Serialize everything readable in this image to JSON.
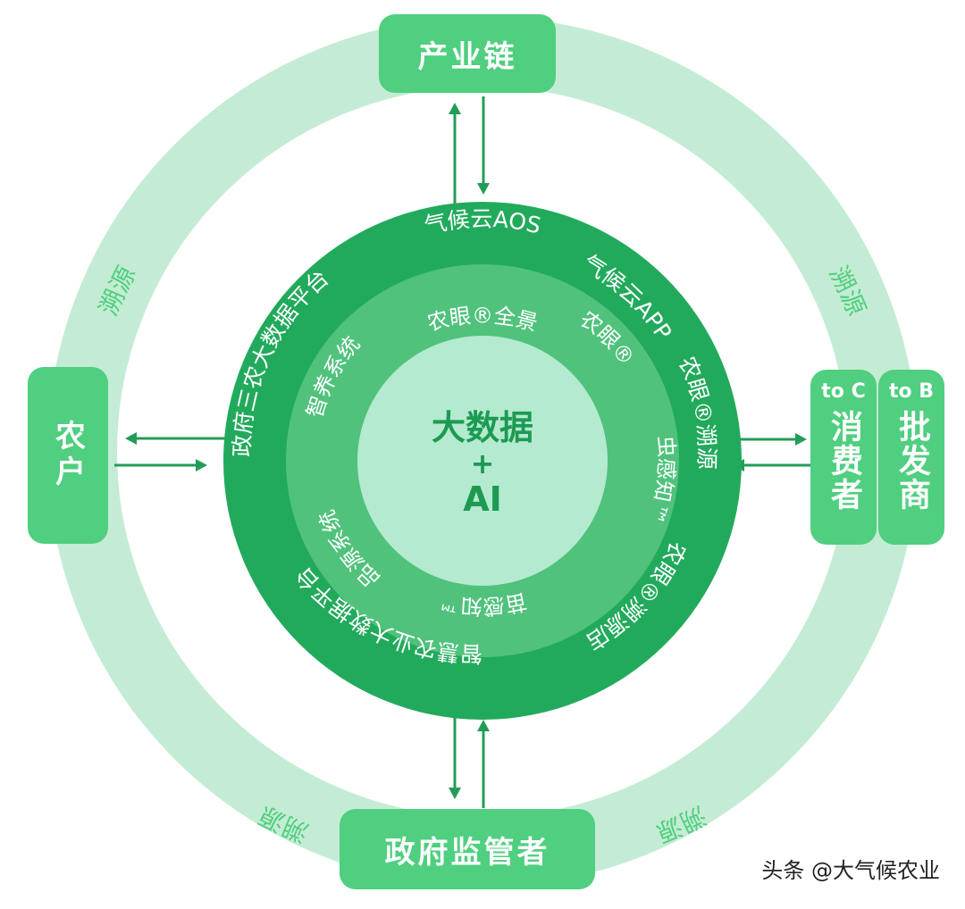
{
  "center": {
    "line1": "大数据",
    "line2": "+",
    "line3": "AI"
  },
  "outer_ring_label": "溯源",
  "nodes": {
    "top": "产业链",
    "left": "农户",
    "bottom": "政府监管者",
    "right_c": {
      "tag": "to C",
      "label": "消费者"
    },
    "right_b": {
      "tag": "to B",
      "label": "批发商"
    }
  },
  "ring2_products": {
    "top": "气候云AOS",
    "upper_right": "气候云APP",
    "right": "农眼®溯源",
    "lower_right": "农眼®溯源店",
    "bottom": "智慧农业大数据平台",
    "left": "政府三农大数据平台"
  },
  "ring1_products": {
    "top": "农眼®全景",
    "upper_right": "农眼®",
    "right": "虫感知™",
    "bottom": "苗感知™",
    "lower_left": "品源系统",
    "upper_left": "智养系统"
  },
  "colors": {
    "outer_ring": "#c4ecd4",
    "node": "#4fcf7f",
    "ring_dark": "#22aa5c",
    "ring_mid": "#50c27c",
    "core": "#b4ead0",
    "core_text": "#1d9a52",
    "arrow": "#239c58"
  },
  "watermark": "头条 @大气候农业"
}
